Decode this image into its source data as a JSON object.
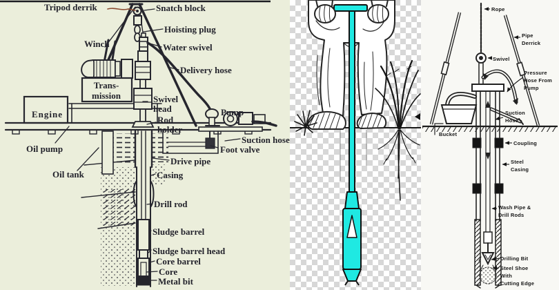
{
  "title": "Soil boring methods composite figure",
  "colors": {
    "left_bg": "#ebeedb",
    "right_bg": "#f8f8f4",
    "checker_gray": "#d7d7d7",
    "ink": "#23232c",
    "auger_cyan": "#1fe9e2",
    "leader_brown": "#8a4a30"
  },
  "rotary": {
    "name": "Rotary core drilling rig diagram",
    "labels": {
      "tripod_derrick": "Tripod derrik",
      "snatch_block": "Snatch block",
      "hoisting_plug": "Hoisting plug",
      "winch": "Winch",
      "water_swivel": "Water swivel",
      "delivery_hose": "Delivery hose",
      "transmission": "Trans-\nmission",
      "engine": "Engine",
      "swivel_head": "Swivel\nhead",
      "rod_holder": "Rod\nholder",
      "pump": "Pump",
      "oil_pump": "Oil pump",
      "suction_hose": "Suction hose",
      "foot_valve": "Foot valve",
      "drive_pipe": "Drive pipe",
      "oil_tank": "Oil tank",
      "casing": "Casing",
      "drill_rod": "Drill rod",
      "sludge_barrel": "Sludge barrel",
      "sludge_barrel_head": "Sludge barrel head",
      "core_barrel": "Core barrel",
      "core": "Core",
      "metal_bit": "Metal bit"
    }
  },
  "auger": {
    "name": "Hand auger boring (person turning T-handle auger)"
  },
  "wash": {
    "name": "Wash boring setup diagram",
    "labels": {
      "rope": "Rope",
      "pipe_derrick": "Pipe\nDerrick",
      "swivel": "Swivel",
      "pressure_hose": "Pressure\nHose From\nPump",
      "suction_hose": "Suction\nHose",
      "bucket": "Bucket",
      "coupling": "Coupling",
      "steel_casing": "Steel\nCasing",
      "wash_pipe": "Wash Pipe &\nDrill Rods",
      "drilling_bit": "Drilling Bit",
      "steel_shoe": "Steel Shoe\nWith\nCutting Edge"
    }
  }
}
